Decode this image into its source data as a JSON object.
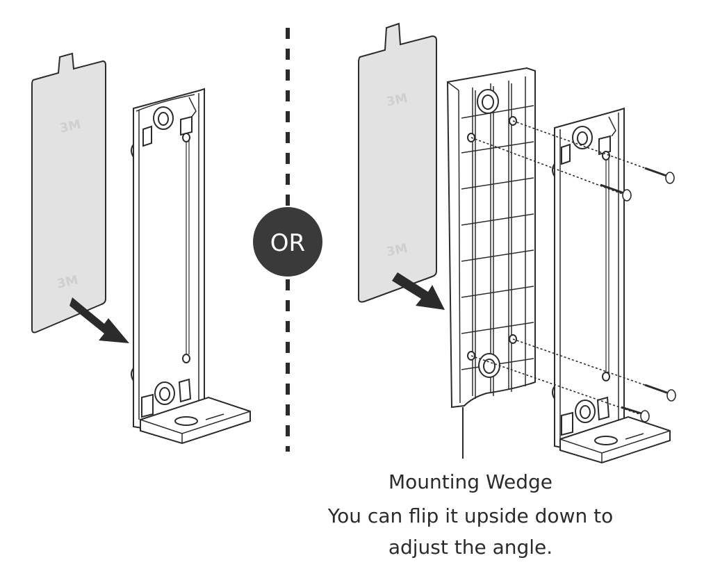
{
  "divider_label": "OR",
  "tape_marks": [
    "3M",
    "3M",
    "3M",
    "3M"
  ],
  "caption": {
    "line1": "Mounting Wedge",
    "line2": "You can flip it upside down to",
    "line3": "adjust the angle."
  },
  "colors": {
    "ink": "#2b2b2b",
    "tape_fill": "#e2e2e2",
    "or_badge": "#3a3a3a"
  },
  "icons": [
    "arrow-icon",
    "screw-icon"
  ]
}
